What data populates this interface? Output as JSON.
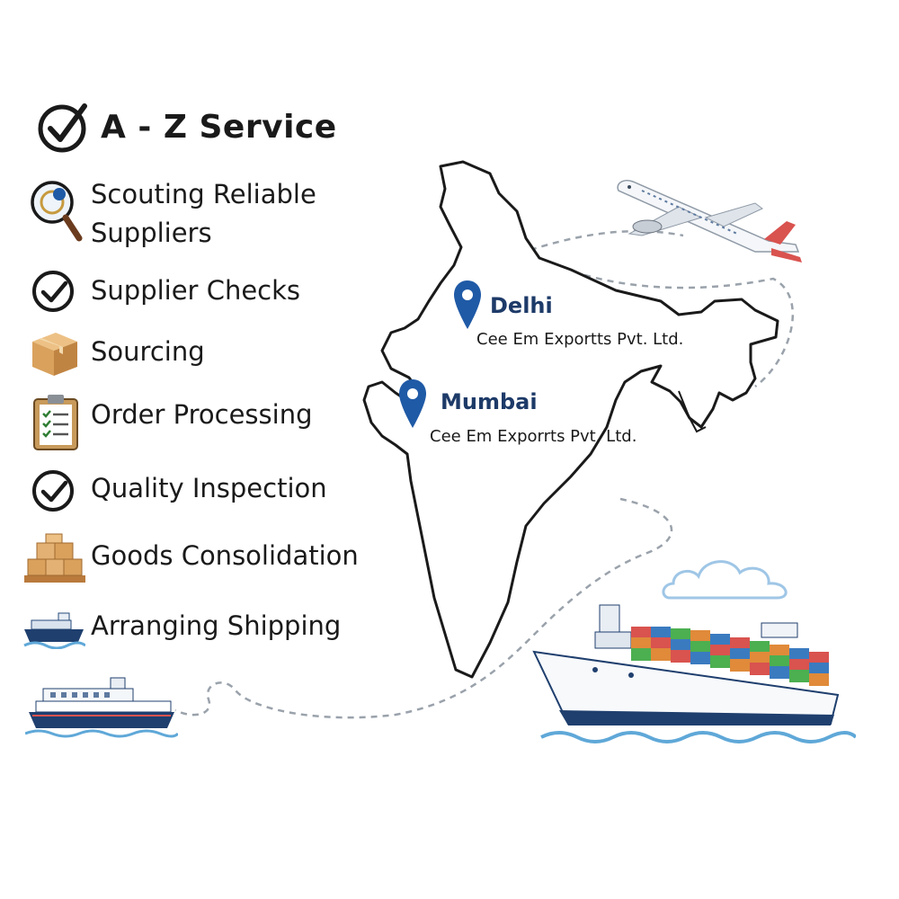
{
  "heading": {
    "title": "A - Z Service",
    "icon": "check-circle-icon"
  },
  "services": [
    {
      "label": "Scouting Reliable\nSuppliers",
      "icon": "magnifier-search-icon"
    },
    {
      "label": "Supplier Checks",
      "icon": "check-circle-icon"
    },
    {
      "label": "Sourcing",
      "icon": "cardboard-box-icon"
    },
    {
      "label": "Order Processing",
      "icon": "clipboard-checklist-icon"
    },
    {
      "label": "Quality Inspection",
      "icon": "check-circle-icon"
    },
    {
      "label": "Goods Consolidation",
      "icon": "stacked-boxes-pallet-icon"
    },
    {
      "label": "Arranging Shipping",
      "icon": "cargo-ship-icon"
    }
  ],
  "locations": [
    {
      "city": "Delhi",
      "company": "Cee Em Exportts Pvt. Ltd.",
      "icon": "map-pin-icon"
    },
    {
      "city": "Mumbai",
      "company": "Cee Em Exporrts Pvt. Ltd.",
      "icon": "map-pin-icon"
    }
  ],
  "illustrations": [
    "india-map-outline",
    "airplane-icon",
    "container-ship-icon",
    "ferry-ship-icon",
    "cloud-icon"
  ],
  "colors": {
    "pin": "#1f5aa6",
    "text": "#1a1a1a",
    "city": "#1d3a68",
    "route": "#9aa2ab",
    "box": "#d9a15c"
  }
}
